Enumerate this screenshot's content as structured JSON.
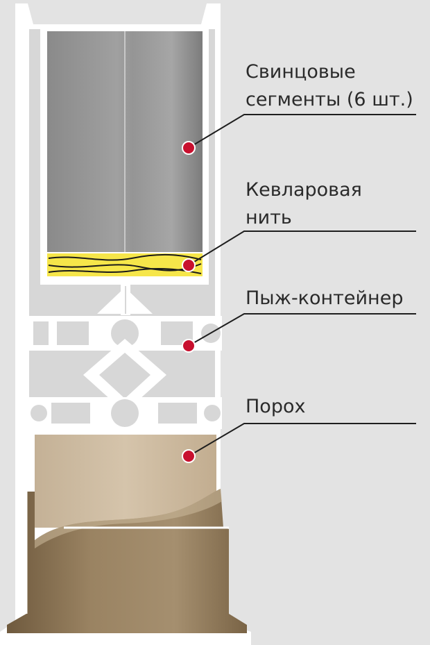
{
  "labels": {
    "lead_segments": {
      "line1": "Свинцовые",
      "line2": "сегменты (6 шт.)"
    },
    "kevlar_thread": {
      "line1": "Кевларовая",
      "line2": "нить"
    },
    "wad_container": {
      "line1": "Пыж-контейнер"
    },
    "powder": {
      "line1": "Порох"
    }
  },
  "colors": {
    "background": "#e3e3e3",
    "casing": "#ffffff",
    "wad": "#d7d7d7",
    "lead": "#9c9c9c",
    "kevlar": "#f6e64a",
    "powder": "#cbb9a0",
    "base": "#8c7452",
    "marker": "#c8102e",
    "leader": "#1e1e1e"
  }
}
